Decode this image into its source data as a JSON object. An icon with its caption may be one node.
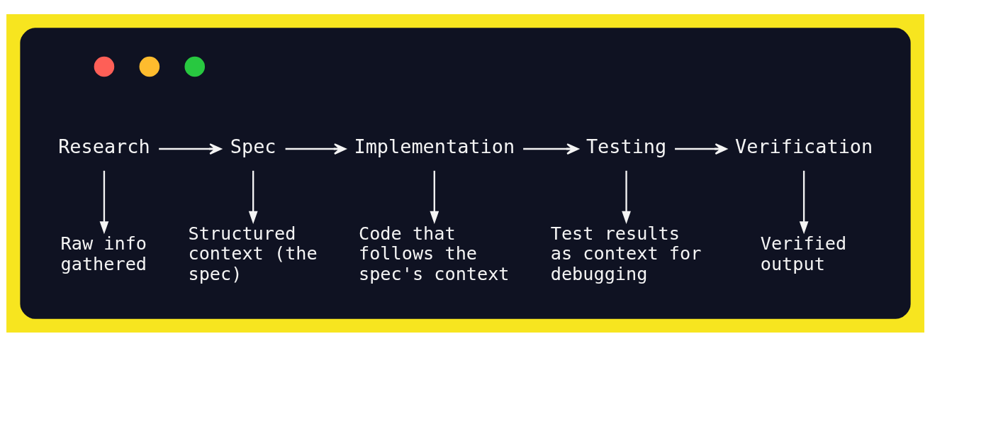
{
  "diagram": {
    "nodes": [
      {
        "text": [],
        "shape": "box"
      },
      {
        "text": [],
        "shape": "circle",
        "in": 0
      },
      {
        "text": [],
        "shape": "circle",
        "in": 0
      },
      {
        "text": [],
        "shape": "circle",
        "in": 0
      },
      {
        "text": [
          "Research"
        ],
        "in": 0
      },
      {
        "text": [
          "Spec"
        ],
        "in": 0
      },
      {
        "text": [
          "Implementation"
        ],
        "in": 0
      },
      {
        "text": [
          "Testing"
        ],
        "in": 0
      },
      {
        "text": [
          "Verification"
        ],
        "in": 0
      },
      {
        "text": [
          "Raw info gathered"
        ],
        "in": 0
      },
      {
        "text": [
          "Structured context (the spec)"
        ],
        "in": 0
      },
      {
        "text": [
          "Code that follows the spec's context"
        ],
        "in": 0
      },
      {
        "text": [
          "Test results as context for debugging"
        ],
        "in": 0
      },
      {
        "text": [
          "Verified output"
        ],
        "in": 0
      }
    ],
    "edges": [
      {
        "from": 4,
        "to": 5,
        "arrow": "to"
      },
      {
        "from": 5,
        "to": 6,
        "arrow": "to"
      },
      {
        "from": 6,
        "to": 7,
        "arrow": "to"
      },
      {
        "from": 7,
        "to": 8,
        "arrow": "to"
      },
      {
        "from": 4,
        "to": 9,
        "arrow": "to"
      },
      {
        "from": 5,
        "to": 10,
        "arrow": "to"
      },
      {
        "from": 6,
        "to": 11,
        "arrow": "to"
      },
      {
        "from": 7,
        "to": 12,
        "arrow": "to"
      },
      {
        "from": 8,
        "to": 13,
        "arrow": "to"
      }
    ]
  }
}
